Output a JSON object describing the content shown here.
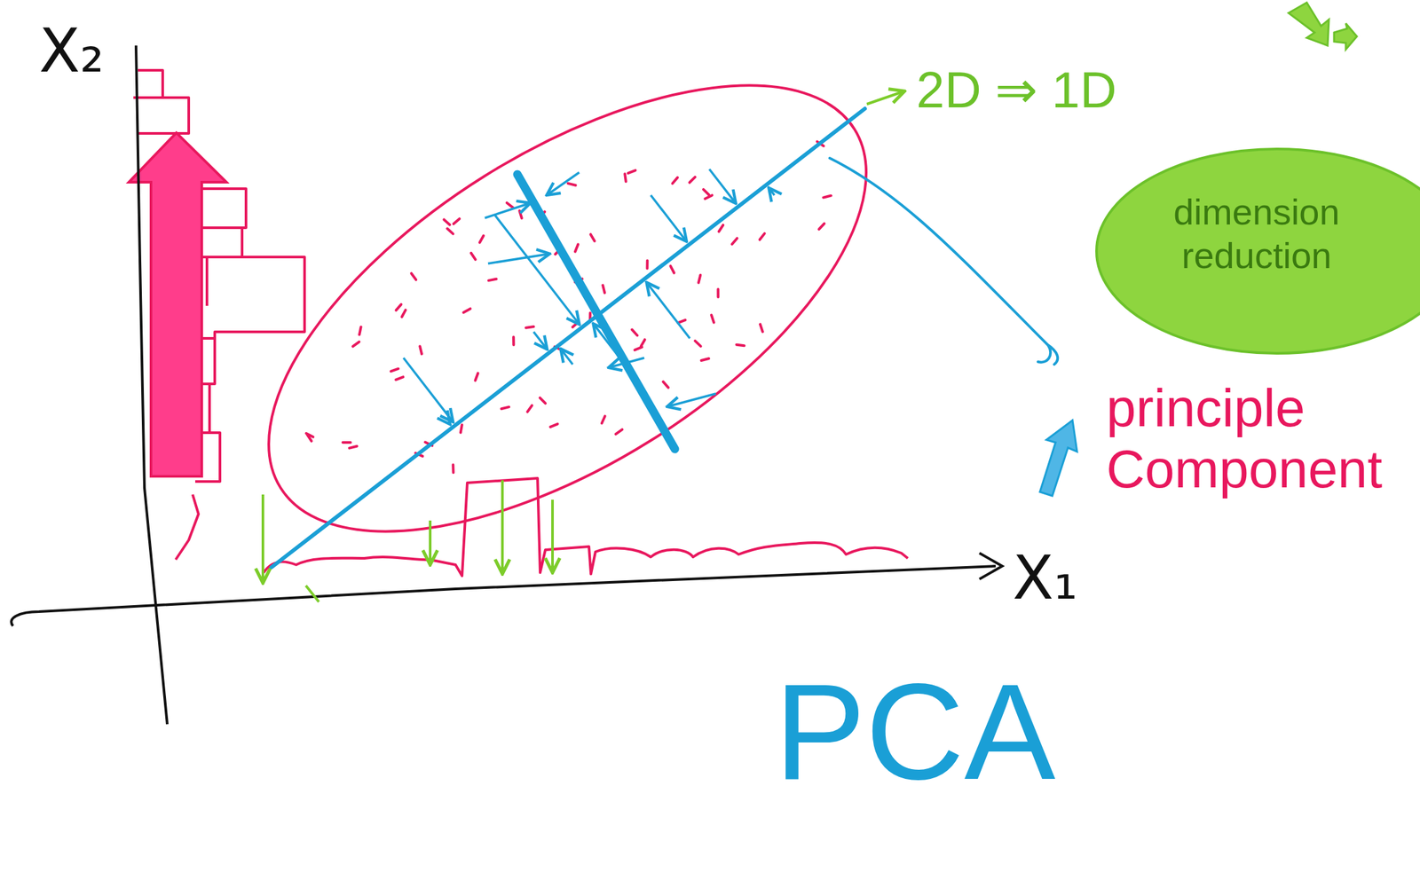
{
  "diagram": {
    "nodes": [
      {
        "text": [
          "dimension reduction"
        ]
      }
    ],
    "labels": [
      "X₂",
      "X₁",
      "2D ⇒ 1D",
      "principle Component",
      "PCA"
    ]
  }
}
